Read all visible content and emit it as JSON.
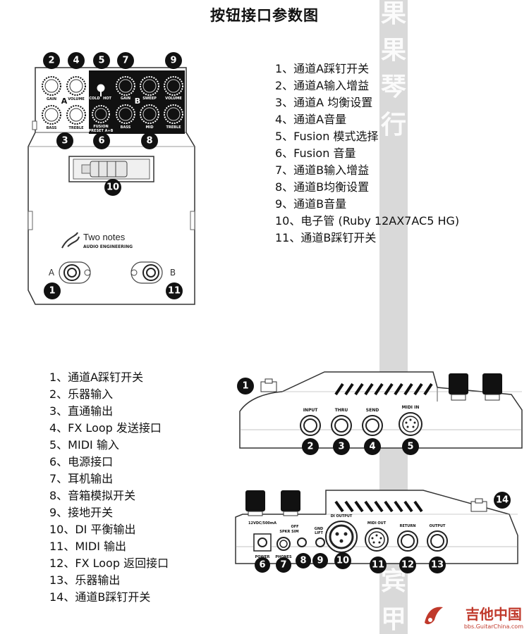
{
  "title": "按钮接口参数图",
  "watermark_chars": [
    "果",
    "琴",
    "行",
    "宾",
    "甲"
  ],
  "front_panel": {
    "list": [
      "1、通道A踩钉开关",
      "2、通道A输入增益",
      "3、通道A 均衡设置",
      "4、通道A音量",
      "5、Fusion 模式选择",
      "6、Fusion 音量",
      "7、通道B输入增益",
      "8、通道B均衡设置",
      "9、通道B音量",
      "10、电子管 (Ruby 12AX7AC5 HG)",
      "11、通道B踩钉开关"
    ],
    "knob_labels": {
      "a_gain": "GAIN",
      "a_volume": "VOLUME",
      "a_bass": "BASS",
      "a_treble": "TREBLE",
      "a_channel": "A",
      "cold": "COLD",
      "hot": "HOT",
      "fusion": "FUSION",
      "fusion_sub": "PRESET A+B",
      "b_gain": "GAIN",
      "b_sweep": "SWEEP",
      "b_volume": "VOLUME",
      "b_bass": "BASS",
      "b_mid": "MID",
      "b_treble": "TREBLE",
      "b_channel": "B"
    },
    "brand": "Two notes",
    "brand_sub": "AUDIO ENGINEERING",
    "footswitch_a": "A",
    "footswitch_b": "B",
    "markers": [
      "1",
      "2",
      "3",
      "4",
      "5",
      "6",
      "7",
      "8",
      "9",
      "10",
      "11"
    ]
  },
  "side_panels": {
    "list": [
      "1、通道A踩钉开关",
      "2、乐器输入",
      "3、直通输出",
      "4、FX Loop 发送接口",
      "5、MIDI 输入",
      "6、电源接口",
      "7、耳机输出",
      "8、音箱模拟开关",
      "9、接地开关",
      "10、DI 平衡输出",
      "11、MIDI 输出",
      "12、FX Loop 返回接口",
      "13、乐器输出",
      "14、通道B踩钉开关"
    ],
    "side1_labels": {
      "input": "INPUT",
      "thru": "THRU",
      "send": "SEND",
      "midi_in": "MIDI IN"
    },
    "side2_labels": {
      "power_spec": "12VDC/500mA",
      "power": "POWER",
      "spkr_sim": "SPKR SIM",
      "off": "OFF",
      "phones": "PHONES",
      "gnd": "GND",
      "lift": "LIFT",
      "di_output": "DI OUTPUT",
      "midi_out": "MIDI OUT",
      "return": "RETURN",
      "output": "OUTPUT"
    },
    "markers_top": [
      "1",
      "2",
      "3",
      "4",
      "5"
    ],
    "markers_bottom": [
      "6",
      "7",
      "8",
      "9",
      "10",
      "11",
      "12",
      "13",
      "14"
    ]
  },
  "logo": {
    "main": "吉他中国",
    "sub": "bbs.GuitarChina.com"
  },
  "colors": {
    "marker": "#111111",
    "panel_dark": "#111111",
    "stripe": "#d9d9d9",
    "logo": "#c0392b"
  }
}
